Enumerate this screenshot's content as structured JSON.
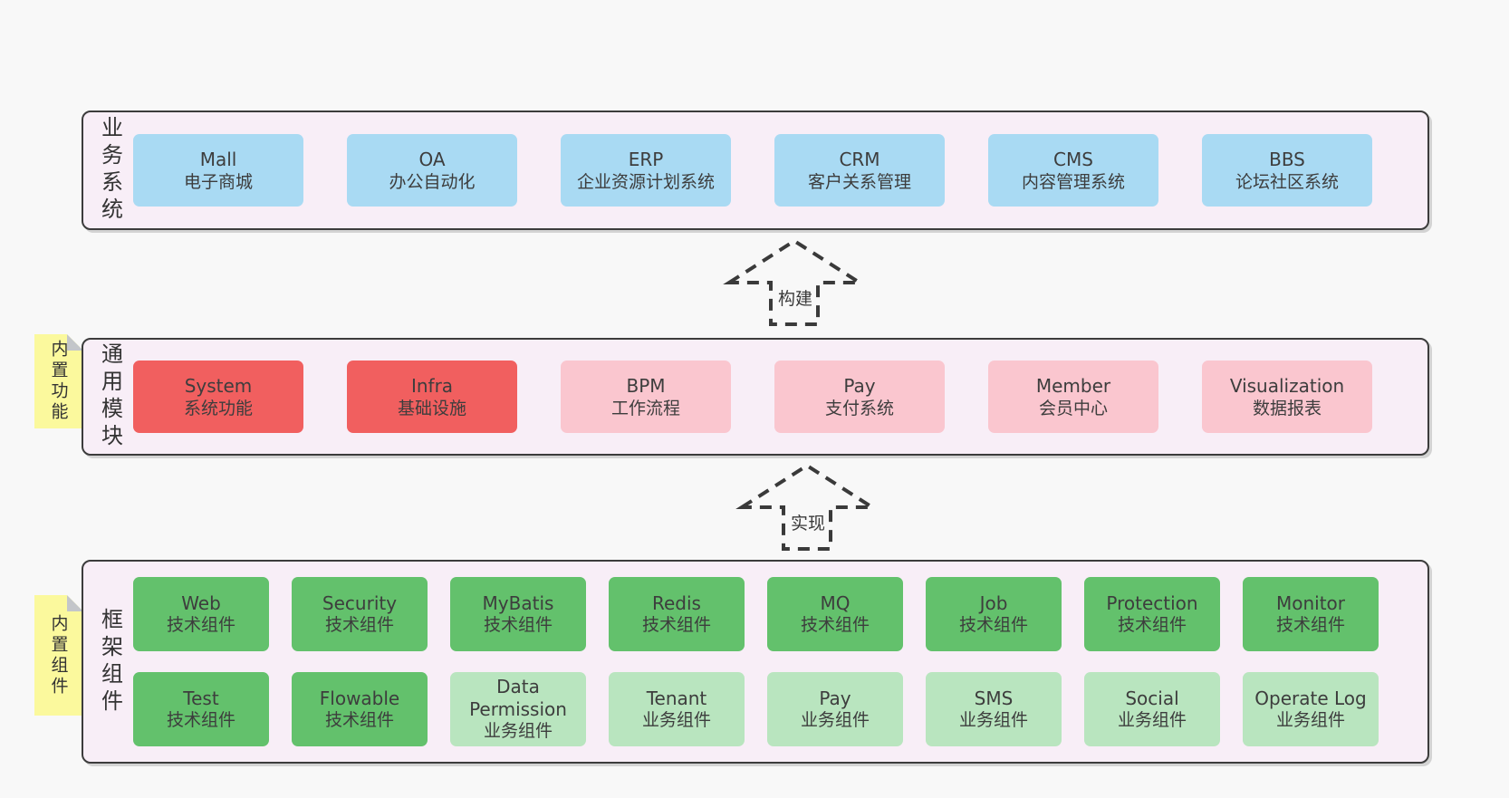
{
  "colors": {
    "page_bg": "#f8f8f8",
    "layer_bg": "#f8eef7",
    "layer_border": "#3c3c3c",
    "box_blue": "#a9daf3",
    "box_red": "#f15f5f",
    "box_pink": "#fac6cf",
    "box_green": "#63c16c",
    "box_green_light": "#b9e5bf",
    "sticky_yellow": "#fbf99d",
    "sticky_fold_gray": "#c3c6ca",
    "text": "#3d3d3d"
  },
  "layers": {
    "business": {
      "label": "业务系统",
      "boxes": [
        {
          "name": "Mall",
          "desc": "电子商城"
        },
        {
          "name": "OA",
          "desc": "办公自动化"
        },
        {
          "name": "ERP",
          "desc": "企业资源计划系统"
        },
        {
          "name": "CRM",
          "desc": "客户关系管理"
        },
        {
          "name": "CMS",
          "desc": "内容管理系统"
        },
        {
          "name": "BBS",
          "desc": "论坛社区系统"
        }
      ]
    },
    "modules": {
      "label": "通用模块",
      "sticky": "内置功能",
      "boxes": [
        {
          "name": "System",
          "desc": "系统功能",
          "variant": "red"
        },
        {
          "name": "Infra",
          "desc": "基础设施",
          "variant": "red"
        },
        {
          "name": "BPM",
          "desc": "工作流程",
          "variant": "pink"
        },
        {
          "name": "Pay",
          "desc": "支付系统",
          "variant": "pink"
        },
        {
          "name": "Member",
          "desc": "会员中心",
          "variant": "pink"
        },
        {
          "name": "Visualization",
          "desc": "数据报表",
          "variant": "pink"
        }
      ]
    },
    "components": {
      "label": "框架组件",
      "sticky": "内置组件",
      "row1": [
        {
          "name": "Web",
          "desc": "技术组件",
          "variant": "green"
        },
        {
          "name": "Security",
          "desc": "技术组件",
          "variant": "green"
        },
        {
          "name": "MyBatis",
          "desc": "技术组件",
          "variant": "green"
        },
        {
          "name": "Redis",
          "desc": "技术组件",
          "variant": "green"
        },
        {
          "name": "MQ",
          "desc": "技术组件",
          "variant": "green"
        },
        {
          "name": "Job",
          "desc": "技术组件",
          "variant": "green"
        },
        {
          "name": "Protection",
          "desc": "技术组件",
          "variant": "green"
        },
        {
          "name": "Monitor",
          "desc": "技术组件",
          "variant": "green"
        }
      ],
      "row2": [
        {
          "name": "Test",
          "desc": "技术组件",
          "variant": "green"
        },
        {
          "name": "Flowable",
          "desc": "技术组件",
          "variant": "green"
        },
        {
          "name": "Data Permission",
          "desc": "业务组件",
          "variant": "green-light"
        },
        {
          "name": "Tenant",
          "desc": "业务组件",
          "variant": "green-light"
        },
        {
          "name": "Pay",
          "desc": "业务组件",
          "variant": "green-light"
        },
        {
          "name": "SMS",
          "desc": "业务组件",
          "variant": "green-light"
        },
        {
          "name": "Social",
          "desc": "业务组件",
          "variant": "green-light"
        },
        {
          "name": "Operate Log",
          "desc": "业务组件",
          "variant": "green-light"
        }
      ]
    }
  },
  "arrows": {
    "build": {
      "label": "构建"
    },
    "implement": {
      "label": "实现"
    }
  }
}
